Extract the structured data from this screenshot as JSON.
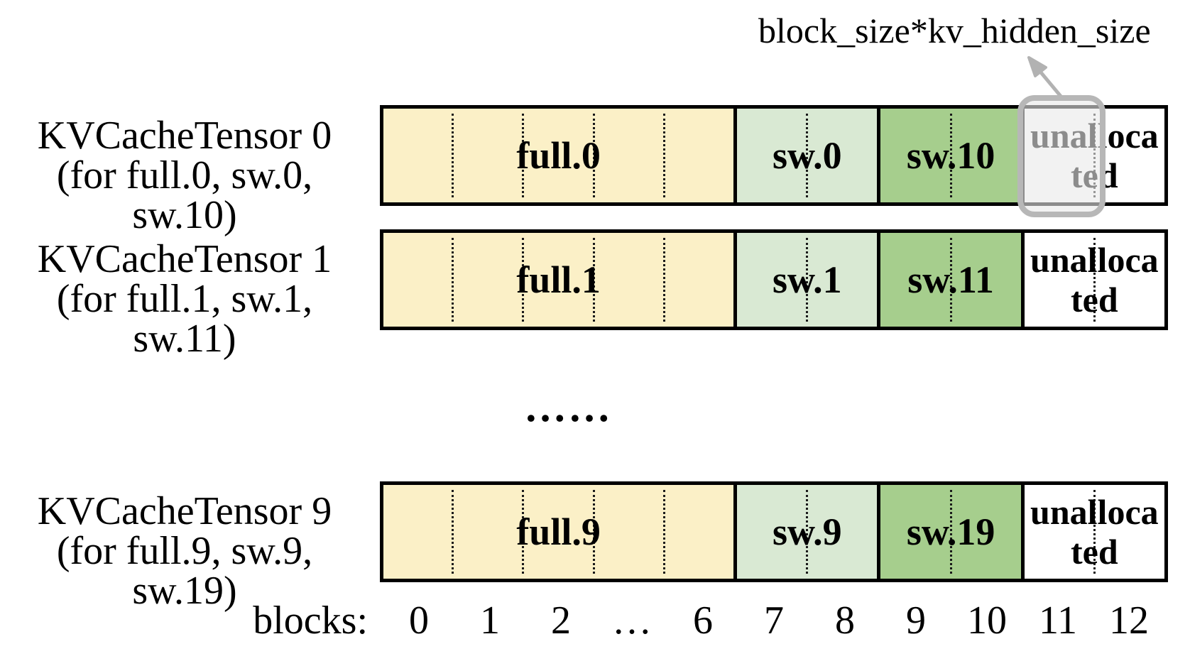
{
  "annotation": {
    "label": "block_size*kv_hidden_size",
    "arrow_icon": "arrow-up-right-gray"
  },
  "tensors": [
    {
      "title": "KVCacheTensor 0",
      "subtitle": "(for full.0, sw.0, sw.10)",
      "segments": [
        {
          "label": "full.0",
          "kind": "full",
          "blocks": 5
        },
        {
          "label": "sw.0",
          "kind": "sw-light",
          "blocks": 2
        },
        {
          "label": "sw.10",
          "kind": "sw-dark",
          "blocks": 2
        },
        {
          "label": "unallocated",
          "kind": "unallocated",
          "blocks": 2
        }
      ],
      "highlighted_block": "11"
    },
    {
      "title": "KVCacheTensor 1",
      "subtitle": "(for full.1, sw.1, sw.11)",
      "segments": [
        {
          "label": "full.1",
          "kind": "full",
          "blocks": 5
        },
        {
          "label": "sw.1",
          "kind": "sw-light",
          "blocks": 2
        },
        {
          "label": "sw.11",
          "kind": "sw-dark",
          "blocks": 2
        },
        {
          "label": "unallocated",
          "kind": "unallocated",
          "blocks": 2
        }
      ]
    },
    {
      "title": "KVCacheTensor 9",
      "subtitle": "(for full.9, sw.9, sw.19)",
      "segments": [
        {
          "label": "full.9",
          "kind": "full",
          "blocks": 5
        },
        {
          "label": "sw.9",
          "kind": "sw-light",
          "blocks": 2
        },
        {
          "label": "sw.19",
          "kind": "sw-dark",
          "blocks": 2
        },
        {
          "label": "unallocated",
          "kind": "unallocated",
          "blocks": 2
        }
      ]
    }
  ],
  "rows_ellipsis": "……",
  "axis": {
    "label": "blocks:",
    "ticks": [
      "0",
      "1",
      "2",
      "…",
      "6",
      "7",
      "8",
      "9",
      "10",
      "11",
      "12"
    ]
  },
  "colors": {
    "full_fill": "#FBF0C7",
    "sw_light_fill": "#D9E9D3",
    "sw_dark_fill": "#A6CE8D",
    "border": "#000000",
    "highlight_border": "#B7B7B7",
    "highlight_fill": "#E9E9E9",
    "arrow": "#B2B2B2"
  }
}
